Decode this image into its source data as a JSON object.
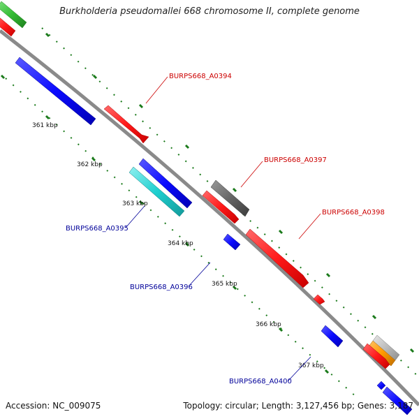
{
  "title": "Burkholderia pseudomallei 668 chromosome II, complete genome",
  "footer": {
    "accession": "Accession: NC_009075",
    "topology": "Topology: circular; Length: 3,127,456 bp; Genes: 3,187"
  },
  "colors": {
    "backbone": "#8a8a8a",
    "tick": "#1a7a1a",
    "forward": "#ff1a1a",
    "reverse": "#0a0aff",
    "rna": "#1ecfcf",
    "pseudo": "#666666",
    "green": "#33bb33",
    "orange": "#ff9900",
    "silver": "#bbbbbb",
    "label_forward": "#cc0000",
    "label_reverse": "#000099"
  },
  "kbp_labels": [
    "361 kbp",
    "362 kbp",
    "363 kbp",
    "364 kbp",
    "365 kbp",
    "366 kbp",
    "367 kbp"
  ],
  "gene_labels": {
    "a0394": "BURPS668_A0394",
    "a0395": "BURPS668_A0395",
    "a0396": "BURPS668_A0396",
    "a0397": "BURPS668_A0397",
    "a0398": "BURPS668_A0398",
    "a0400": "BURPS668_A0400"
  }
}
